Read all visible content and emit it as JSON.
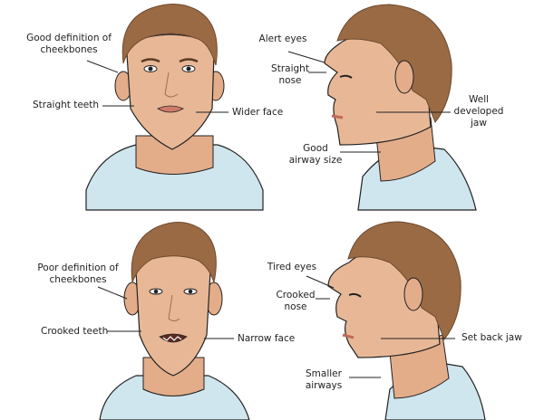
{
  "colors": {
    "skin": "#e8b896",
    "skin_shade": "#d89b7c",
    "hair": "#9a6a45",
    "hair_dark": "#6e4a2e",
    "shirt": "#cfe6ee",
    "line": "#222222"
  },
  "panels": [
    {
      "name": "good-front",
      "labels": {
        "cheekbones": "Good definition of\ncheekbones",
        "teeth": "Straight teeth",
        "face": "Wider face"
      }
    },
    {
      "name": "good-profile",
      "labels": {
        "eyes": "Alert eyes",
        "nose": "Straight\nnose",
        "jaw": "Well\ndeveloped\njaw",
        "airway": "Good\nairway size"
      }
    },
    {
      "name": "poor-front",
      "labels": {
        "cheekbones": "Poor definition of\ncheekbones",
        "teeth": "Crooked teeth",
        "face": "Narrow face"
      }
    },
    {
      "name": "poor-profile",
      "labels": {
        "eyes": "Tired eyes",
        "nose": "Crooked\nnose",
        "jaw": "Set back jaw",
        "airway": "Smaller\nairways"
      }
    }
  ]
}
